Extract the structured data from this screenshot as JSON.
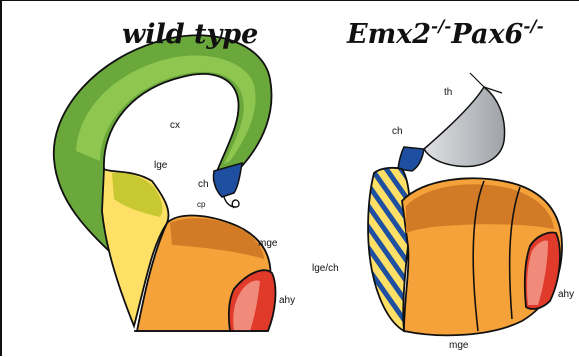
{
  "panels": {
    "left": {
      "title": "wild type",
      "labels": {
        "cx": "cx",
        "lge": "lge",
        "ch": "ch",
        "cp": "cp",
        "mge": "mge",
        "ahy": "ahy"
      }
    },
    "right": {
      "title_main_1": "Emx2",
      "title_sup_1": "-/-",
      "title_main_2": "Pax6",
      "title_sup_2": "-/-",
      "labels": {
        "th": "th",
        "ch": "ch",
        "lge_ch": "lge/ch",
        "mge": "mge",
        "ahy": "ahy"
      }
    }
  },
  "colors": {
    "cortex_dark": "#6aa83c",
    "cortex_light": "#8ec64f",
    "lge_yellow": "#ffe066",
    "lge_olive": "#c8c832",
    "ch_blue": "#1f4fa0",
    "mge_orange": "#f6a23a",
    "mge_dark": "#d27a25",
    "ahy_red": "#e03a2a",
    "ahy_pink": "#f08a7a",
    "thal_gray": "#b8bbbf"
  }
}
